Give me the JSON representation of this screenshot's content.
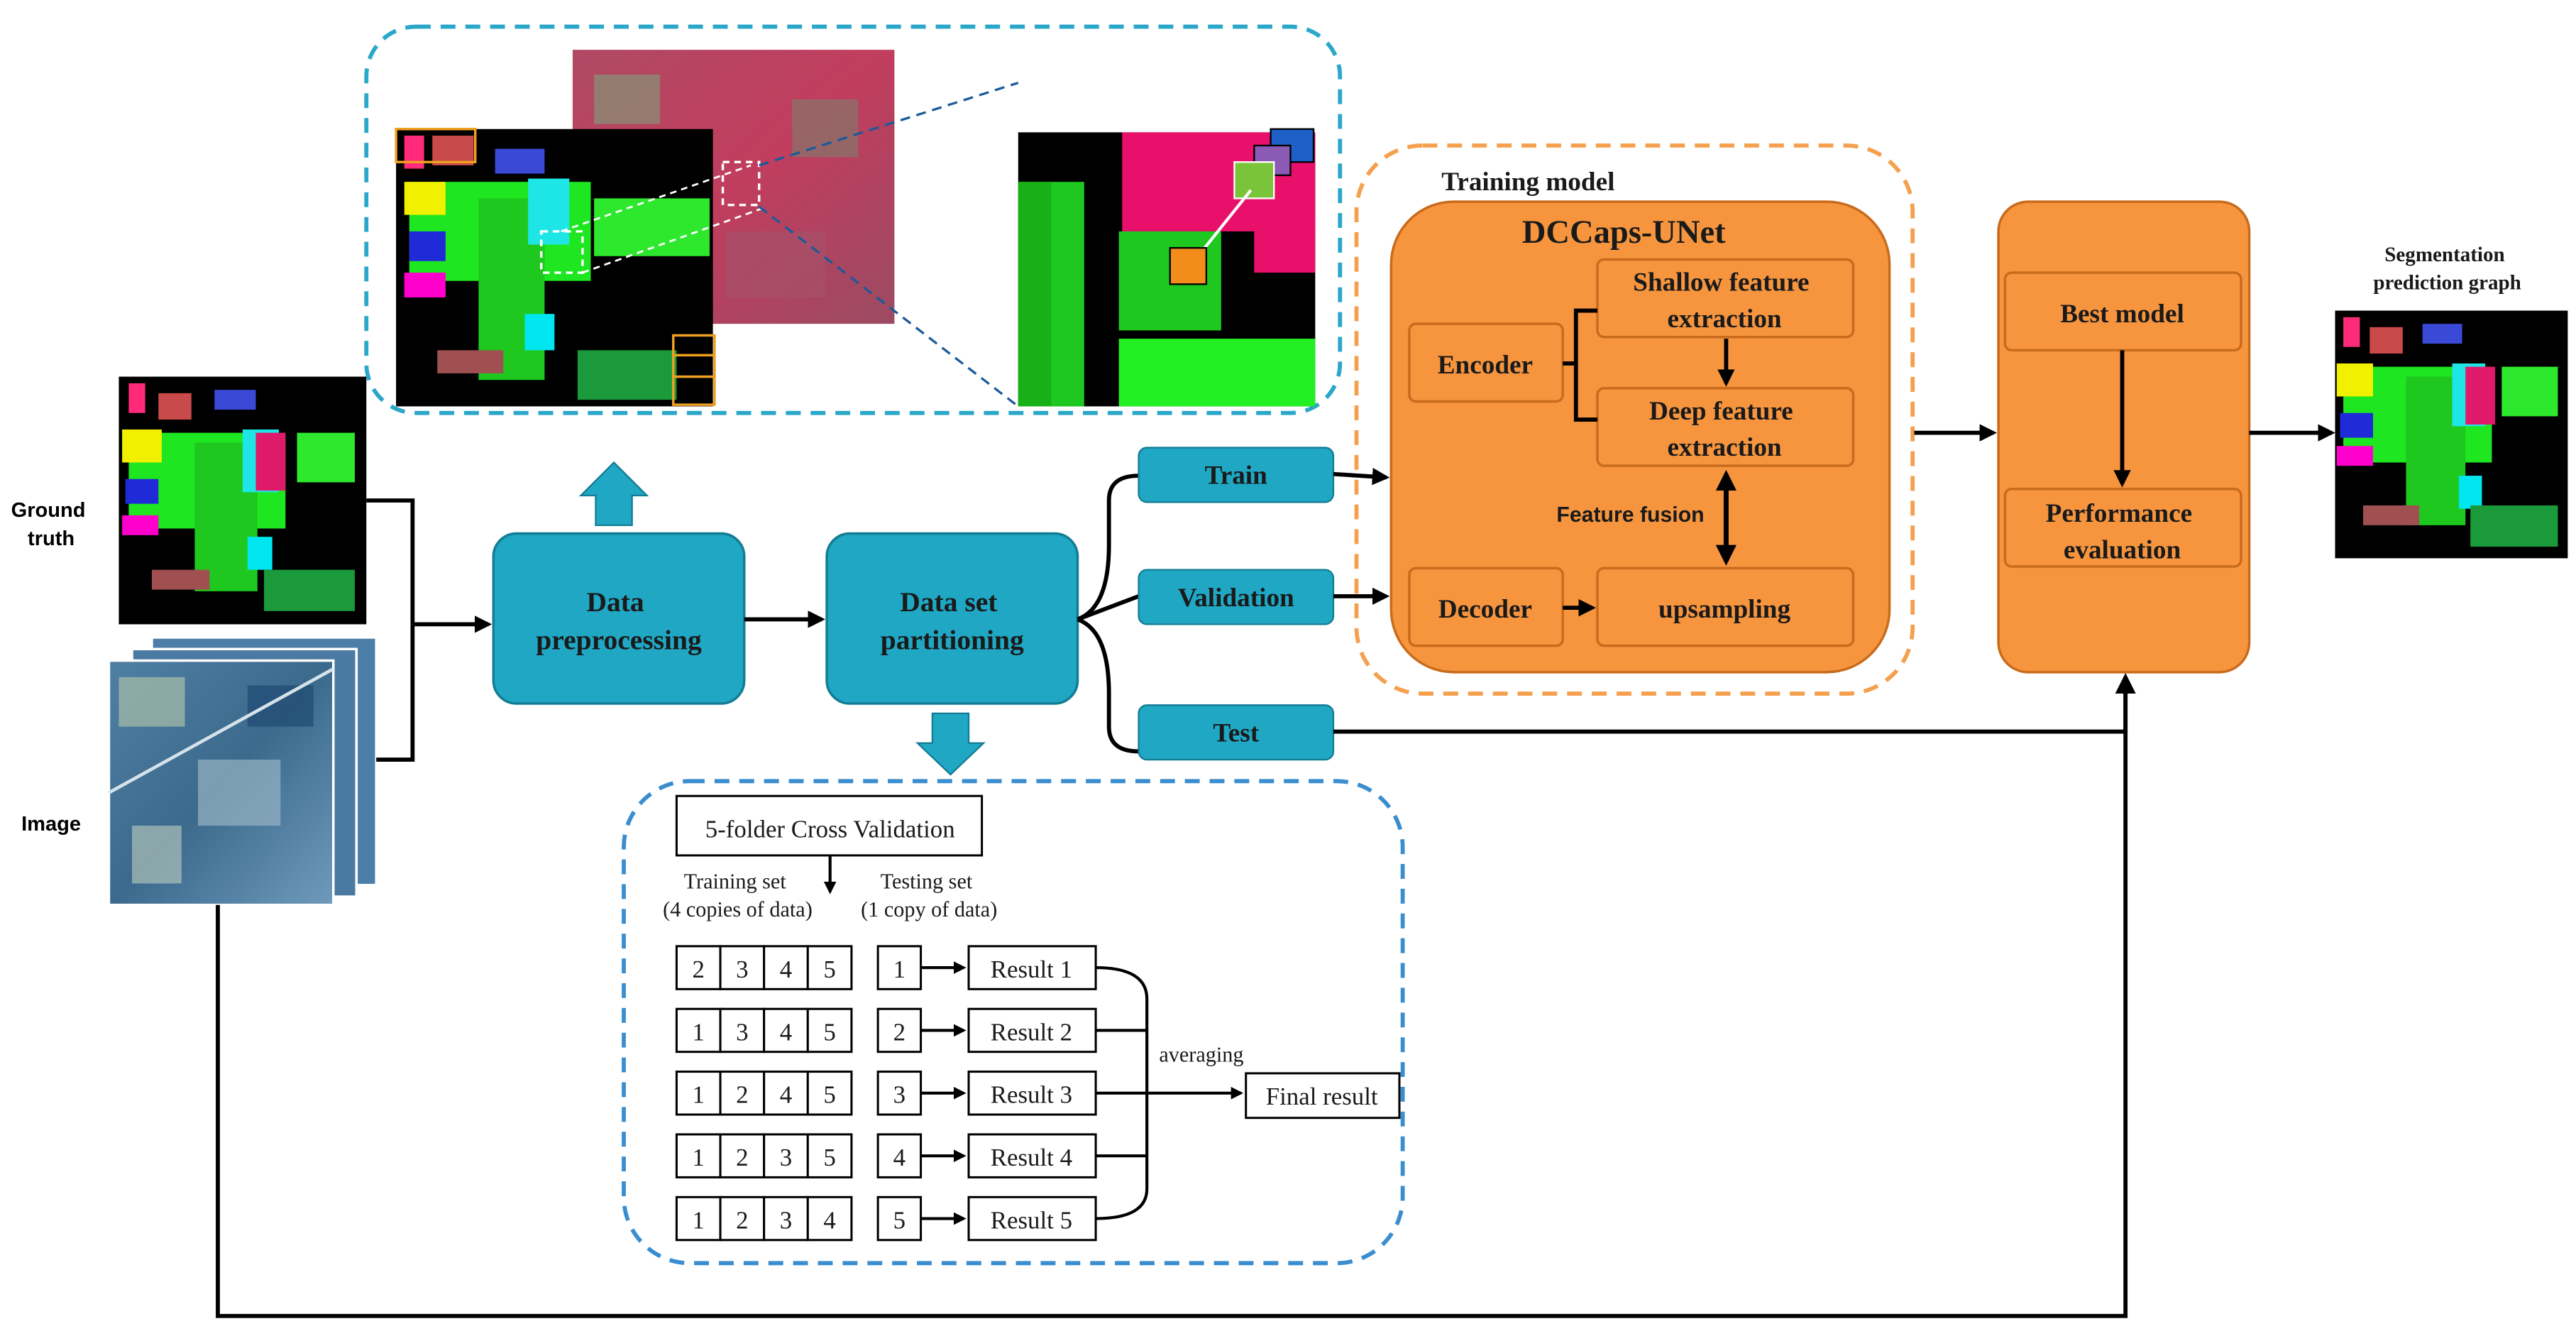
{
  "inputs": {
    "ground_truth_label": [
      "Ground",
      "truth"
    ],
    "image_label": "Image"
  },
  "pipeline": {
    "data_preprocessing": [
      "Data",
      "preprocessing"
    ],
    "data_set_partitioning": [
      "Data set",
      "partitioning"
    ]
  },
  "splits": {
    "train": "Train",
    "validation": "Validation",
    "test": "Test"
  },
  "training_model": {
    "group_label": "Training model",
    "network_title": "DCCaps-UNet",
    "encoder": "Encoder",
    "decoder": "Decoder",
    "shallow_feature": [
      "Shallow feature",
      "extraction"
    ],
    "deep_feature": [
      "Deep feature",
      "extraction"
    ],
    "feature_fusion": "Feature fusion",
    "upsampling": "upsampling"
  },
  "evaluation": {
    "best_model": "Best model",
    "performance": [
      "Performance",
      "evaluation"
    ]
  },
  "output": {
    "label": [
      "Segmentation",
      "prediction graph"
    ]
  },
  "cross_validation": {
    "title": "5-folder Cross Validation",
    "training_set_label": [
      "Training set",
      "(4 copies of data)"
    ],
    "testing_set_label": [
      "Testing set",
      "(1 copy of data)"
    ],
    "folds": [
      {
        "train": [
          "2",
          "3",
          "4",
          "5"
        ],
        "test": "1",
        "result": "Result 1"
      },
      {
        "train": [
          "1",
          "3",
          "4",
          "5"
        ],
        "test": "2",
        "result": "Result 2"
      },
      {
        "train": [
          "1",
          "2",
          "4",
          "5"
        ],
        "test": "3",
        "result": "Result 3"
      },
      {
        "train": [
          "1",
          "2",
          "3",
          "5"
        ],
        "test": "4",
        "result": "Result 4"
      },
      {
        "train": [
          "1",
          "2",
          "3",
          "4"
        ],
        "test": "5",
        "result": "Result 5"
      }
    ],
    "averaging_label": "averaging",
    "final_result": "Final result"
  },
  "colors": {
    "teal": "#1fa7c4",
    "teal_dark": "#137d95",
    "orange": "#f7953e",
    "orange_dark": "#c86b1c",
    "teal_dash": "#2aa7c9",
    "blue_dash": "#3a8ed0",
    "orange_dash": "#f5a04f"
  }
}
